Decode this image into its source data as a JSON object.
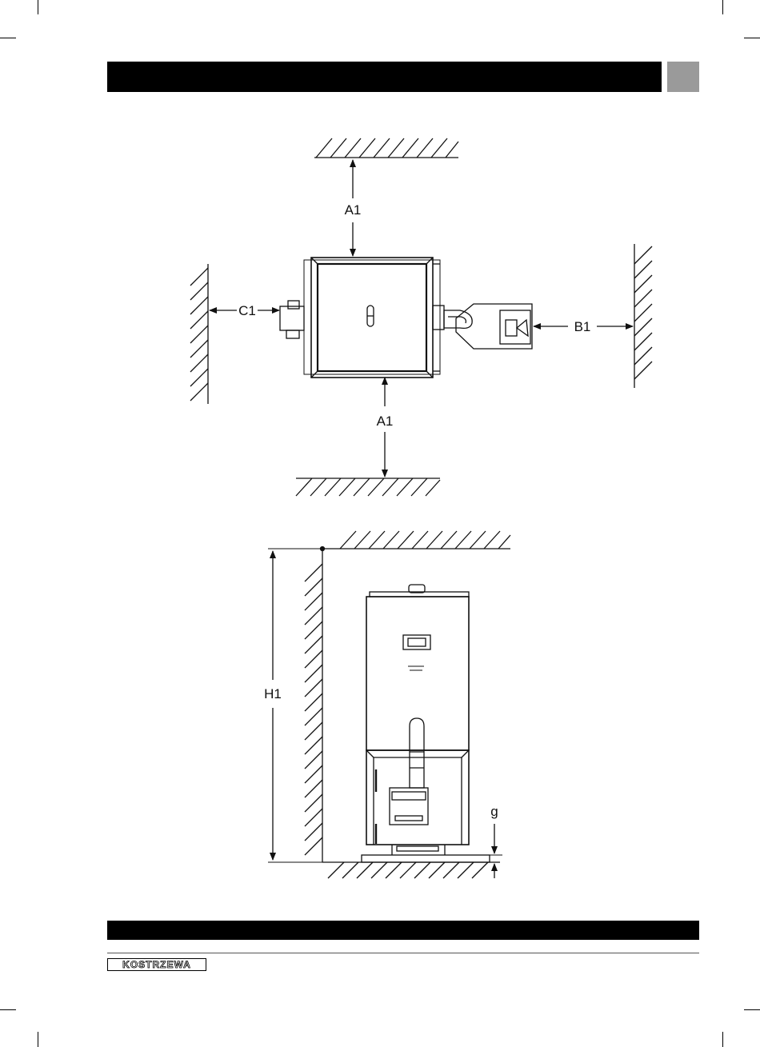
{
  "header": {
    "title": "",
    "section_tab": ""
  },
  "diagram_top": {
    "labels": {
      "top": "A1",
      "bottom": "A1",
      "left": "C1",
      "right": "B1"
    }
  },
  "diagram_side": {
    "labels": {
      "height": "H1",
      "gap": "g"
    }
  },
  "footer": {
    "logo_text": "KOSTRZEWA"
  }
}
